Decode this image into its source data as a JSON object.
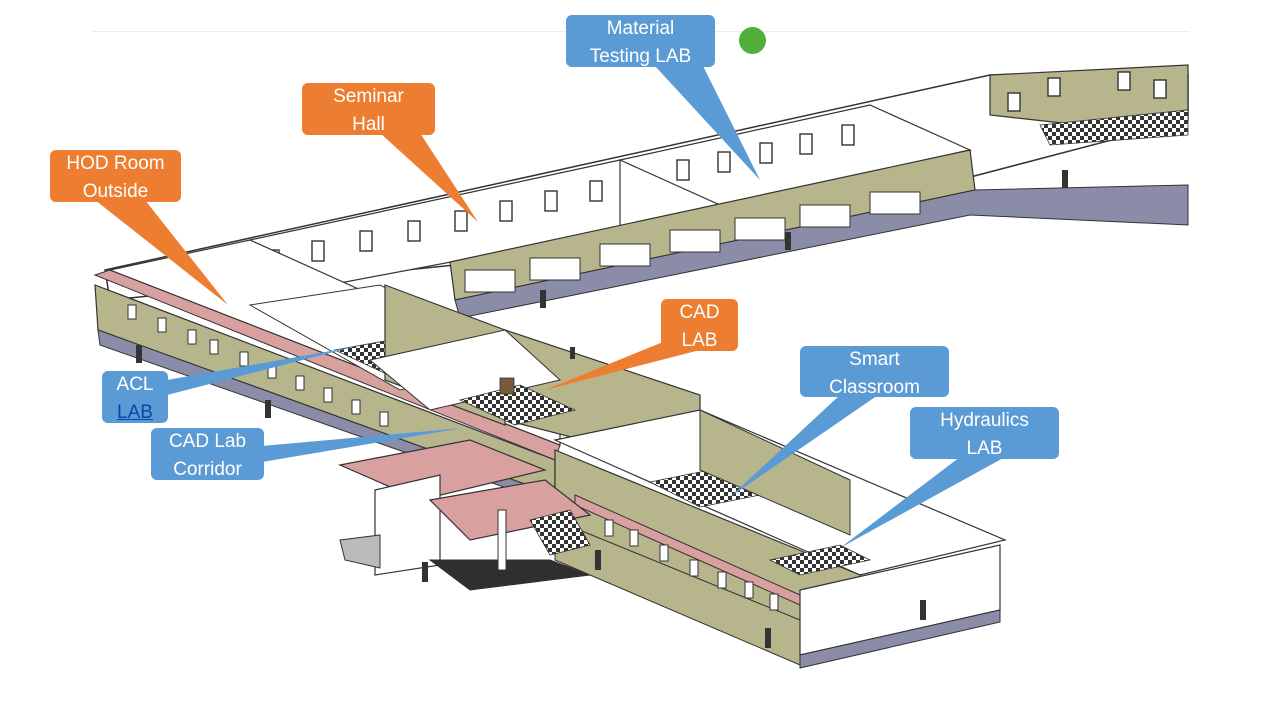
{
  "callouts": {
    "material_testing": {
      "line1": "Material",
      "line2": "Testing LAB",
      "color": "#5B9BD5"
    },
    "seminar_hall": {
      "line1": "Seminar",
      "line2": "Hall",
      "color": "#ED7D31"
    },
    "hod_room": {
      "line1": "HOD Room",
      "line2": "Outside",
      "color": "#ED7D31"
    },
    "cad_lab": {
      "line1": "CAD",
      "line2": "LAB",
      "color": "#ED7D31"
    },
    "smart_classroom": {
      "line1": "Smart",
      "line2": "Classroom",
      "color": "#5B9BD5"
    },
    "hydraulics_lab": {
      "line1": "Hydraulics",
      "line2": "LAB",
      "color": "#5B9BD5"
    },
    "acl_lab": {
      "line1": "ACL",
      "line2": "LAB",
      "color": "#5B9BD5"
    },
    "cad_corridor": {
      "line1": "CAD Lab",
      "line2": "Corridor",
      "color": "#5B9BD5"
    }
  },
  "colors": {
    "wall": "#B7B58C",
    "floor": "#ffffff",
    "trim": "#D9A0A0",
    "base": "#8A8CA8",
    "indicator": "#4FAF3A"
  }
}
